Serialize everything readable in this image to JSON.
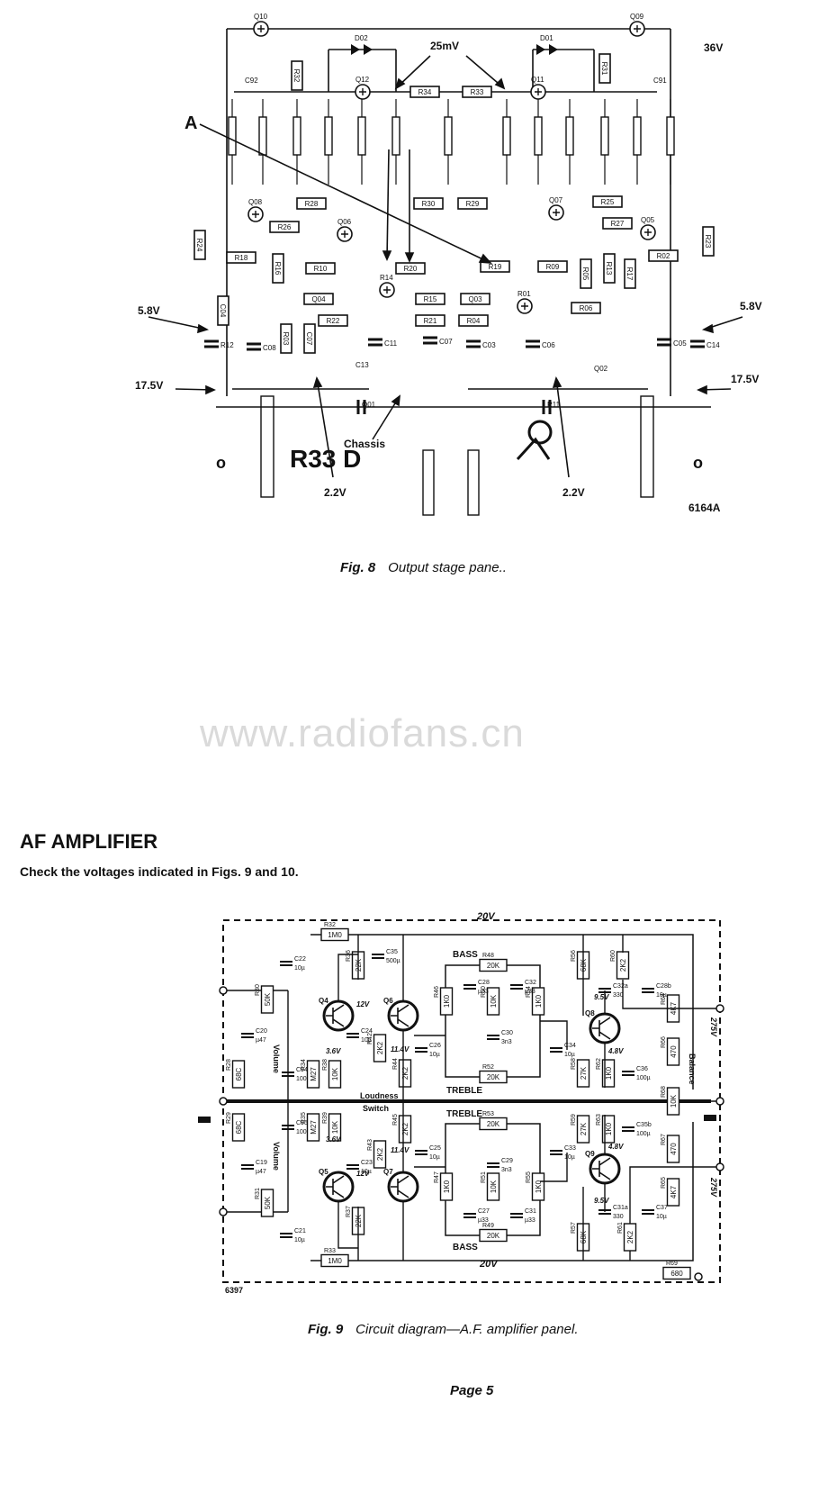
{
  "fig8": {
    "caption_num": "Fig. 8",
    "caption_text": "Output stage pane..",
    "code": "6164A",
    "labels": {
      "supply": "36V",
      "mv": "25mV",
      "a": "A",
      "v58_left": "5.8V",
      "v58_right": "5.8V",
      "v175_left": "17.5V",
      "v175_right": "17.5V",
      "v22_left": "2.2V",
      "v22_right": "2.2V",
      "chassis": "Chassis",
      "r33": "R33 D"
    },
    "components": [
      "Q10",
      "D02",
      "D01",
      "Q09",
      "R32",
      "C92",
      "Q12",
      "R34",
      "R33",
      "Q11",
      "R31",
      "C91",
      "Q08",
      "R28",
      "R26",
      "Q06",
      "R30",
      "R29",
      "Q07",
      "R25",
      "R27",
      "Q05",
      "R24",
      "R23",
      "R18",
      "R16",
      "R10",
      "R20",
      "R19",
      "R09",
      "R05",
      "R13",
      "R17",
      "R02",
      "Q04",
      "R14",
      "R15",
      "Q03",
      "R01",
      "R06",
      "R22",
      "R21",
      "R04",
      "R03",
      "C07",
      "C04",
      "R12",
      "C08",
      "C11",
      "C07",
      "C03",
      "C06",
      "C05",
      "C14",
      "C13",
      "Q02",
      "Q01",
      "R11"
    ]
  },
  "watermark": "www.radiofans.cn",
  "section": {
    "heading": "AF AMPLIFIER",
    "subheading": "Check the voltages indicated in Figs. 9 and 10."
  },
  "fig9": {
    "caption_num": "Fig. 9",
    "caption_text": "Circuit diagram—A.F. amplifier panel.",
    "code": "6397",
    "rails": {
      "top": "20V",
      "bottom": "20V"
    },
    "labels": {
      "bass_top": "BASS",
      "bass_bottom": "BASS",
      "treble_top": "TREBLE",
      "treble_bottom": "TREBLE",
      "volume_top": "Volume",
      "volume_bottom": "Volume",
      "loudness": "Loudness",
      "switch": "Switch",
      "balance": "Balance",
      "out_top": "275V",
      "out_bottom": "275V"
    },
    "components": [
      {
        "ref": "R32",
        "val": "1M0"
      },
      {
        "ref": "R33",
        "val": "1M0"
      },
      {
        "ref": "R36",
        "val": "22K"
      },
      {
        "ref": "C35",
        "val": "500µ"
      },
      {
        "ref": "R37",
        "val": "22K"
      },
      {
        "ref": "R30",
        "val": "50K"
      },
      {
        "ref": "R31",
        "val": "50K"
      },
      {
        "ref": "C22",
        "val": "10µ"
      },
      {
        "ref": "C21",
        "val": "10µ"
      },
      {
        "ref": "C20",
        "val": "µ47"
      },
      {
        "ref": "C19",
        "val": "µ47"
      },
      {
        "ref": "R28",
        "val": "68C"
      },
      {
        "ref": "R29",
        "val": "68C"
      },
      {
        "ref": "C94",
        "val": "100"
      },
      {
        "ref": "C95",
        "val": "100"
      },
      {
        "ref": "R34",
        "val": "M27"
      },
      {
        "ref": "R35",
        "val": "M27"
      },
      {
        "ref": "R38",
        "val": "10K"
      },
      {
        "ref": "R39",
        "val": "10K"
      },
      {
        "ref": "R42",
        "val": "2K2"
      },
      {
        "ref": "R43",
        "val": "2K2"
      },
      {
        "ref": "R44",
        "val": "2K2"
      },
      {
        "ref": "R45",
        "val": "2K2"
      },
      {
        "ref": "C24",
        "val": "10µ"
      },
      {
        "ref": "C23",
        "val": "10µ"
      },
      {
        "ref": "C26",
        "val": "10µ"
      },
      {
        "ref": "C25",
        "val": "10µ"
      },
      {
        "ref": "R46",
        "val": "1K0"
      },
      {
        "ref": "R47",
        "val": "1K0"
      },
      {
        "ref": "R48",
        "val": "20K"
      },
      {
        "ref": "R49",
        "val": "20K"
      },
      {
        "ref": "R50",
        "val": "10K"
      },
      {
        "ref": "R51",
        "val": "10K"
      },
      {
        "ref": "R52",
        "val": "20K"
      },
      {
        "ref": "R53",
        "val": "20K"
      },
      {
        "ref": "R54",
        "val": "1K0"
      },
      {
        "ref": "R55",
        "val": "1K0"
      },
      {
        "ref": "C28",
        "val": "µ33"
      },
      {
        "ref": "C32",
        "val": "µ33"
      },
      {
        "ref": "C27",
        "val": "µ33"
      },
      {
        "ref": "C31",
        "val": "µ33"
      },
      {
        "ref": "C30",
        "val": "3n3"
      },
      {
        "ref": "C29",
        "val": "3n3"
      },
      {
        "ref": "C34",
        "val": "10µ"
      },
      {
        "ref": "C33",
        "val": "10µ"
      },
      {
        "ref": "R56",
        "val": "68K"
      },
      {
        "ref": "R57",
        "val": "68K"
      },
      {
        "ref": "R58",
        "val": "27K"
      },
      {
        "ref": "R59",
        "val": "27K"
      },
      {
        "ref": "R60",
        "val": "2K2"
      },
      {
        "ref": "R61",
        "val": "2K2"
      },
      {
        "ref": "R62",
        "val": "1K0"
      },
      {
        "ref": "R63",
        "val": "1K0"
      },
      {
        "ref": "C32a",
        "val": "330"
      },
      {
        "ref": "C31a",
        "val": "330"
      },
      {
        "ref": "C36",
        "val": "100µ"
      },
      {
        "ref": "C35b",
        "val": "100µ"
      },
      {
        "ref": "R64",
        "val": "4K7"
      },
      {
        "ref": "R65",
        "val": "4K7"
      },
      {
        "ref": "R66",
        "val": "470"
      },
      {
        "ref": "R67",
        "val": "470"
      },
      {
        "ref": "R68",
        "val": "10K"
      },
      {
        "ref": "R69",
        "val": "680"
      },
      {
        "ref": "C28b",
        "val": "10µ"
      },
      {
        "ref": "C37",
        "val": "10µ"
      }
    ],
    "transistors": [
      "Q4",
      "Q6",
      "Q5",
      "Q7",
      "Q8",
      "Q9"
    ],
    "voltages": [
      "12V",
      "3.6V",
      "11.4V",
      "9.5V",
      "4.8V",
      "12V",
      "3.6V",
      "11.4V",
      "9.5V",
      "4.8V"
    ]
  },
  "page": "Page 5"
}
